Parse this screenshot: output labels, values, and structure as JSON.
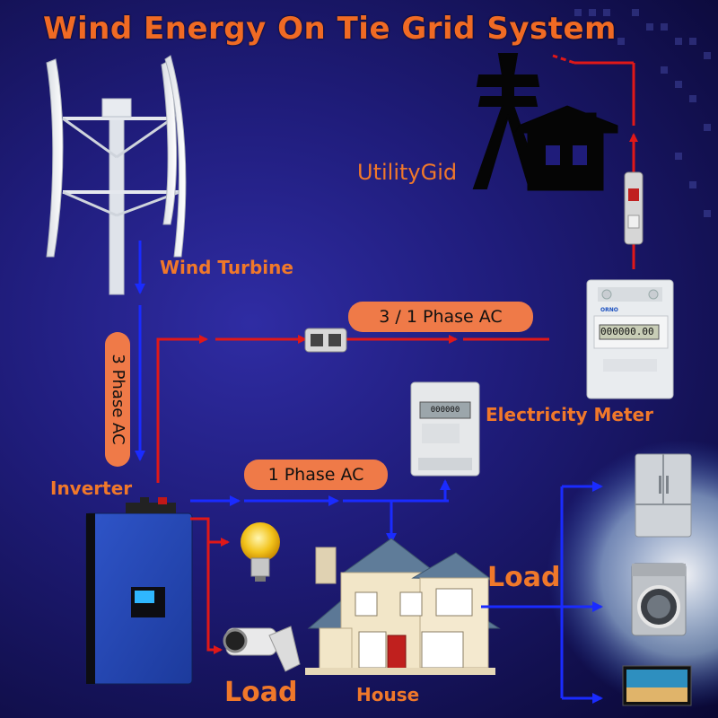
{
  "title": "Wind Energy On Tie Grid System",
  "labels": {
    "utility_grid": "UtilityGid",
    "wind_turbine": "Wind Turbine",
    "three_phase_ac": "3 Phase AC",
    "inverter": "Inverter",
    "three_one_phase_ac": "3 / 1 Phase AC",
    "electricity_meter": "Electricity Meter",
    "one_phase_ac": "1 Phase AC",
    "load_right": "Load",
    "load_bottom": "Load",
    "house": "House"
  },
  "devices": {
    "grid_meter_brand": "ORNO",
    "grid_meter_reading": "000000.00",
    "house_meter_reading": "000000"
  },
  "colors": {
    "title": "#f06a24",
    "label": "#f0782a",
    "pill": "#ef7a48",
    "ac_line": "#e01818",
    "dc_line": "#1a2bff",
    "background": "#1f1c7a"
  }
}
